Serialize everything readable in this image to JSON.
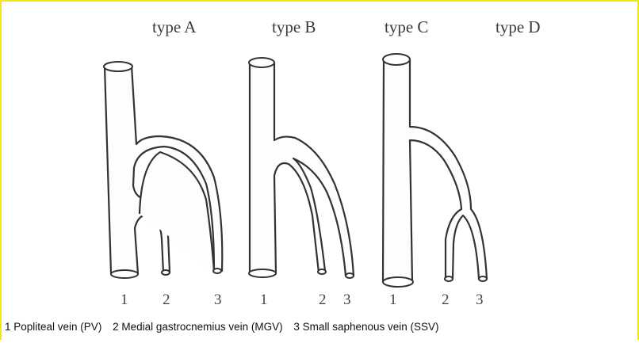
{
  "types": {
    "a": "type A",
    "b": "type B",
    "c": "type C",
    "d": "type D"
  },
  "numbers": {
    "a": [
      "1",
      "2",
      "3"
    ],
    "b": [
      "1",
      "2",
      "3"
    ],
    "c": [
      "1",
      "2",
      "3"
    ]
  },
  "legend": {
    "pv": "1 Popliteal vein (PV)",
    "mgv": "2 Medial gastrocnemius vein (MGV)",
    "ssv": "3 Small saphenous vein (SSV)"
  }
}
